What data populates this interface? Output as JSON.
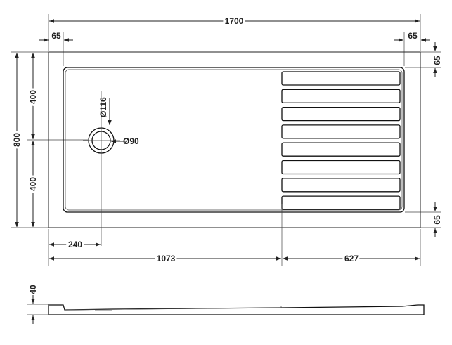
{
  "drawing": {
    "overall_length": "1700",
    "overall_width": "800",
    "edge_top_left": "65",
    "edge_top_right": "65",
    "edge_right_top": "65",
    "edge_right_bottom": "65",
    "half_width_top": "400",
    "half_width_bottom": "400",
    "waste_outer_diameter": "Ø116",
    "waste_inner_diameter": "Ø90",
    "waste_offset": "240",
    "flat_section_length": "1073",
    "grooved_section_length": "627",
    "tray_height": "40",
    "groove_count": 8
  }
}
